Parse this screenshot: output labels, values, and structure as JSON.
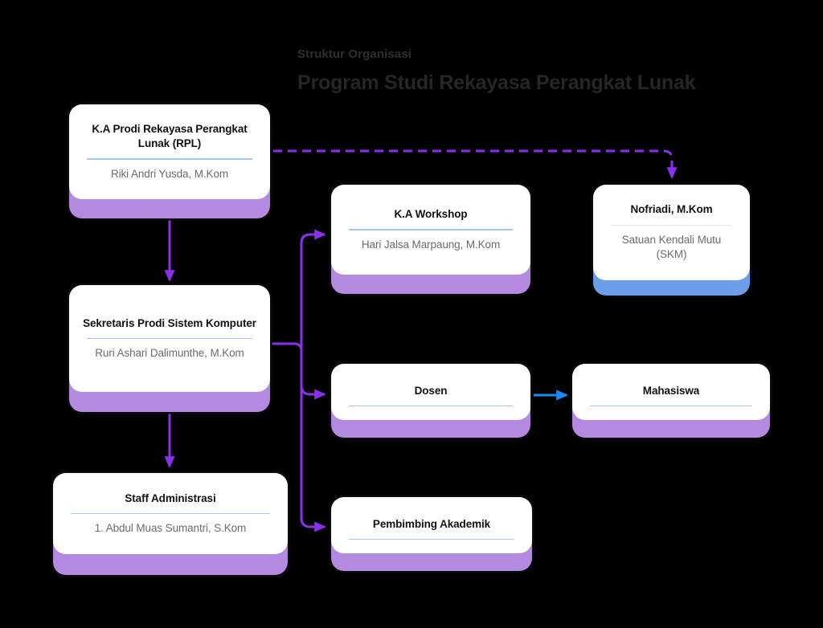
{
  "heading": {
    "eyebrow": "Struktur Organisasi",
    "title": "Program Studi Rekayasa Perangkat Lunak"
  },
  "colors": {
    "background": "#000000",
    "card_face": "#ffffff",
    "accent_purple": "#b38ae0",
    "accent_blue": "#6d9eeb",
    "divider_blue": "#a8c4f0",
    "divider_grey": "#e2e4ea",
    "connector_purple": "#8b2fef",
    "connector_blue": "#1a8cf0",
    "title_text": "#111111",
    "subtitle_text": "#6b6b72"
  },
  "nodes": [
    {
      "id": "ka-prodi",
      "title": "K.A Prodi Rekayasa Perangkat Lunak (RPL)",
      "subtitle": "Riki Andri Yusda, M.Kom",
      "accent": "purple"
    },
    {
      "id": "sekretaris",
      "title": "Sekretaris Prodi Sistem Komputer",
      "subtitle": "Ruri Ashari Dalimunthe, M.Kom",
      "accent": "purple"
    },
    {
      "id": "staff-administrasi",
      "title": "Staff Administrasi",
      "subtitle": "1. Abdul Muas Sumantri, S.Kom",
      "accent": "purple"
    },
    {
      "id": "ka-workshop",
      "title": "K.A Workshop",
      "subtitle": "Hari Jalsa Marpaung, M.Kom",
      "accent": "purple"
    },
    {
      "id": "nofriadi",
      "title": "Nofriadi, M.Kom",
      "subtitle": "Satuan Kendali Mutu (SKM)",
      "accent": "blue"
    },
    {
      "id": "dosen",
      "title": "Dosen",
      "subtitle": "",
      "accent": "purple"
    },
    {
      "id": "mahasiswa",
      "title": "Mahasiswa",
      "subtitle": "",
      "accent": "purple"
    },
    {
      "id": "pembimbing-akademik",
      "title": "Pembimbing Akademik",
      "subtitle": "",
      "accent": "purple"
    }
  ],
  "connectors": [
    {
      "from": "ka-prodi",
      "to": "sekretaris",
      "style": "solid",
      "color": "#8b2fef"
    },
    {
      "from": "ka-prodi",
      "to": "nofriadi",
      "style": "dashed",
      "color": "#8b2fef"
    },
    {
      "from": "sekretaris",
      "to": "staff-administrasi",
      "style": "solid",
      "color": "#8b2fef"
    },
    {
      "from": "sekretaris",
      "to": "ka-workshop",
      "style": "solid",
      "color": "#8b2fef"
    },
    {
      "from": "sekretaris",
      "to": "dosen",
      "style": "solid",
      "color": "#8b2fef"
    },
    {
      "from": "sekretaris",
      "to": "pembimbing-akademik",
      "style": "solid",
      "color": "#8b2fef"
    },
    {
      "from": "dosen",
      "to": "mahasiswa",
      "style": "solid",
      "color": "#1a8cf0"
    }
  ]
}
